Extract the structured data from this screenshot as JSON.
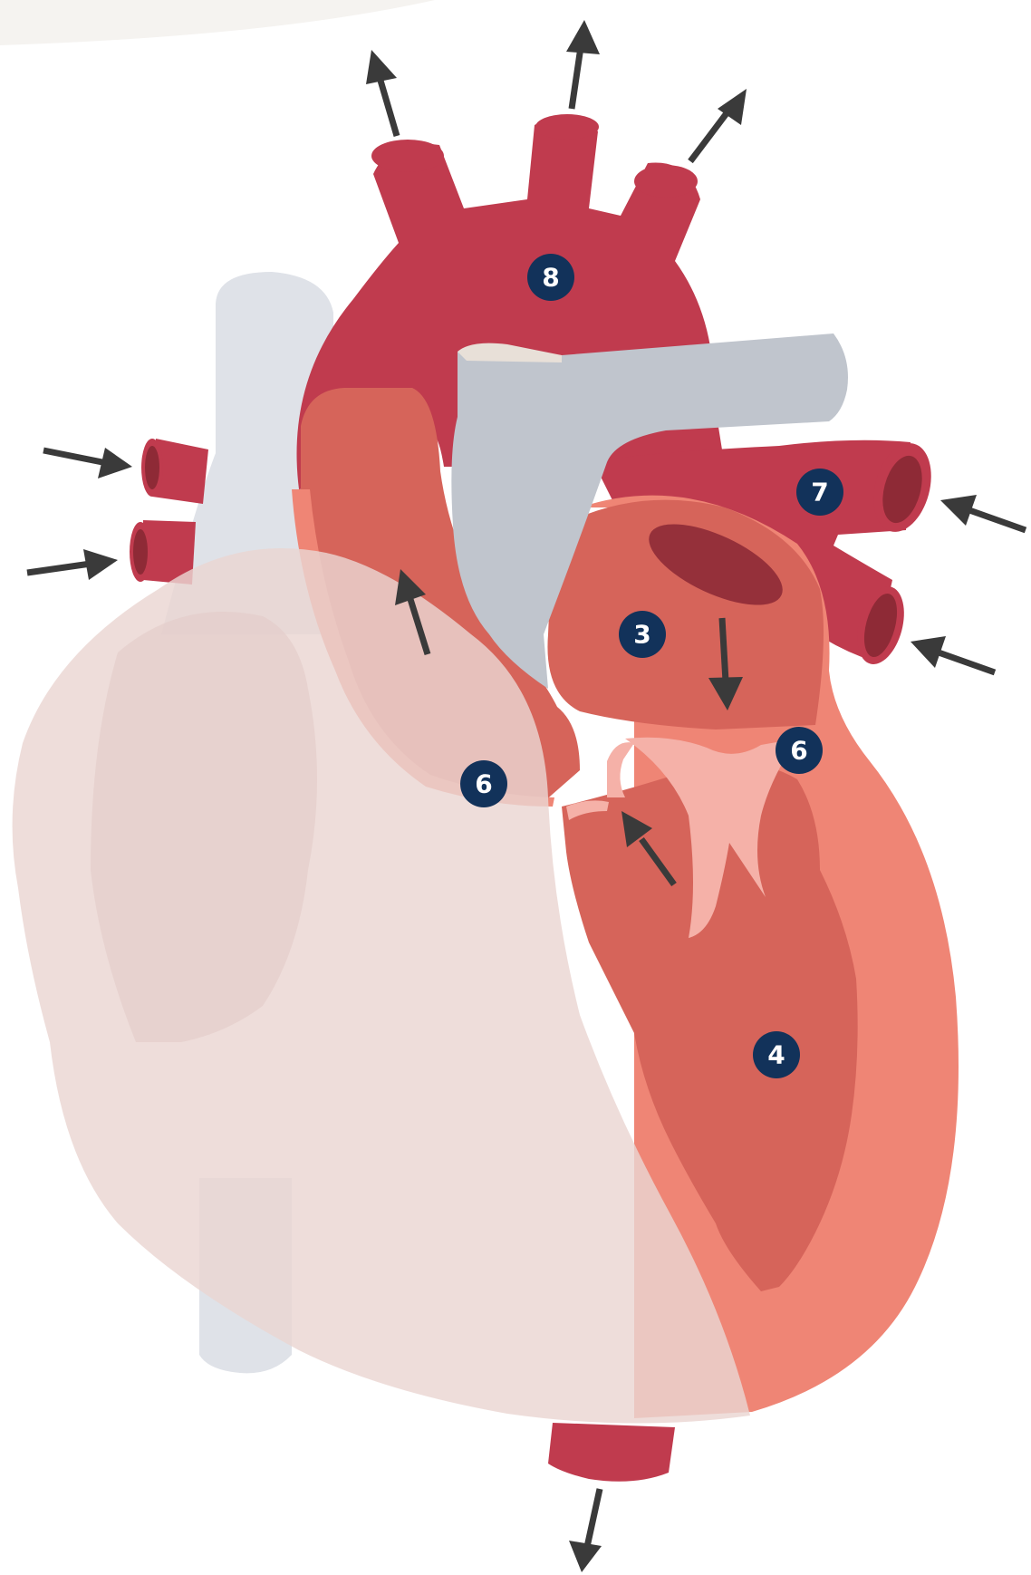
{
  "diagram": {
    "subject": "heart-cross-section",
    "colors": {
      "artery": "#c03b4e",
      "artery_inner": "#8e2a36",
      "vein": "#c0c5cd",
      "vein_light": "#dfe2e8",
      "chamber": "#d6645a",
      "wall": "#ef8575",
      "valve": "#f5b1a8",
      "overlay": "#ead6d2",
      "arrow": "#3a3a3a",
      "marker": "#12325a"
    },
    "markers": [
      {
        "id": "aorta",
        "label": "8"
      },
      {
        "id": "pulmonary-veins",
        "label": "7"
      },
      {
        "id": "left-atrium",
        "label": "3"
      },
      {
        "id": "mitral-valve",
        "label": "6"
      },
      {
        "id": "aortic-valve",
        "label": "6"
      },
      {
        "id": "left-ventricle",
        "label": "4"
      }
    ]
  }
}
